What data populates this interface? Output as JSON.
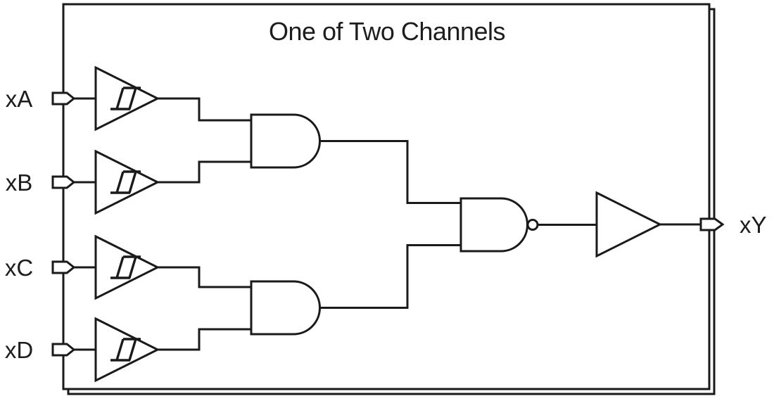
{
  "diagram": {
    "title": "One of Two Channels",
    "inputs": [
      {
        "id": "xA",
        "label": "xA"
      },
      {
        "id": "xB",
        "label": "xB"
      },
      {
        "id": "xC",
        "label": "xC"
      },
      {
        "id": "xD",
        "label": "xD"
      }
    ],
    "output": {
      "id": "xY",
      "label": "xY"
    },
    "components": [
      {
        "id": "schmitt-a",
        "type": "schmitt-trigger-buffer",
        "input": "xA"
      },
      {
        "id": "schmitt-b",
        "type": "schmitt-trigger-buffer",
        "input": "xB"
      },
      {
        "id": "schmitt-c",
        "type": "schmitt-trigger-buffer",
        "input": "xC"
      },
      {
        "id": "schmitt-d",
        "type": "schmitt-trigger-buffer",
        "input": "xD"
      },
      {
        "id": "and-1",
        "type": "and-gate",
        "inputs": [
          "xA",
          "xB"
        ]
      },
      {
        "id": "and-2",
        "type": "and-gate",
        "inputs": [
          "xC",
          "xD"
        ]
      },
      {
        "id": "nand-1",
        "type": "nand-gate",
        "inputs": [
          "and-1",
          "and-2"
        ]
      },
      {
        "id": "buffer-out",
        "type": "buffer",
        "output": "xY"
      }
    ],
    "channels": {
      "count": 2,
      "shown": 1
    },
    "colors": {
      "line": "#1a1a1a",
      "background": "#ffffff",
      "text": "#1d1d1d"
    }
  }
}
